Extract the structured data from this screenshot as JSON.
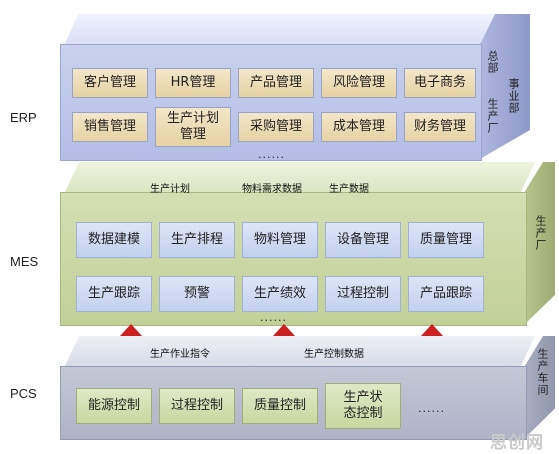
{
  "layers": {
    "erp": "ERP",
    "mes": "MES",
    "pcs": "PCS"
  },
  "erp": {
    "row1": [
      "客户管理",
      "HR管理",
      "产品管理",
      "风险管理",
      "电子商务"
    ],
    "row2": [
      "销售管理",
      "生产计划管理",
      "采购管理",
      "成本管理",
      "财务管理"
    ],
    "ellipsis": "......",
    "side": [
      "总部",
      "事业部",
      "生产厂"
    ]
  },
  "mes": {
    "row1": [
      "数据建模",
      "生产排程",
      "物料管理",
      "设备管理",
      "质量管理"
    ],
    "row2": [
      "生产跟踪",
      "预警",
      "生产绩效",
      "过程控制",
      "产品跟踪"
    ],
    "ellipsis": "......",
    "side": "生产厂"
  },
  "pcs": {
    "modules": [
      "能源控制",
      "过程控制",
      "质量控制",
      "生产状态控制"
    ],
    "ellipsis": "......",
    "side": "生产车间"
  },
  "flows_top": {
    "left": "生产计划",
    "mid": "物料需求数据",
    "right": "生产数据"
  },
  "flows_bottom": {
    "left": "生产作业指令",
    "mid": "生产控制数据"
  },
  "watermark": "思创网",
  "colors": {
    "arrow": "#cc1f1f",
    "erp": "#c9d1ee",
    "mes": "#d4dfb3",
    "pcs": "#c3c8d6"
  }
}
